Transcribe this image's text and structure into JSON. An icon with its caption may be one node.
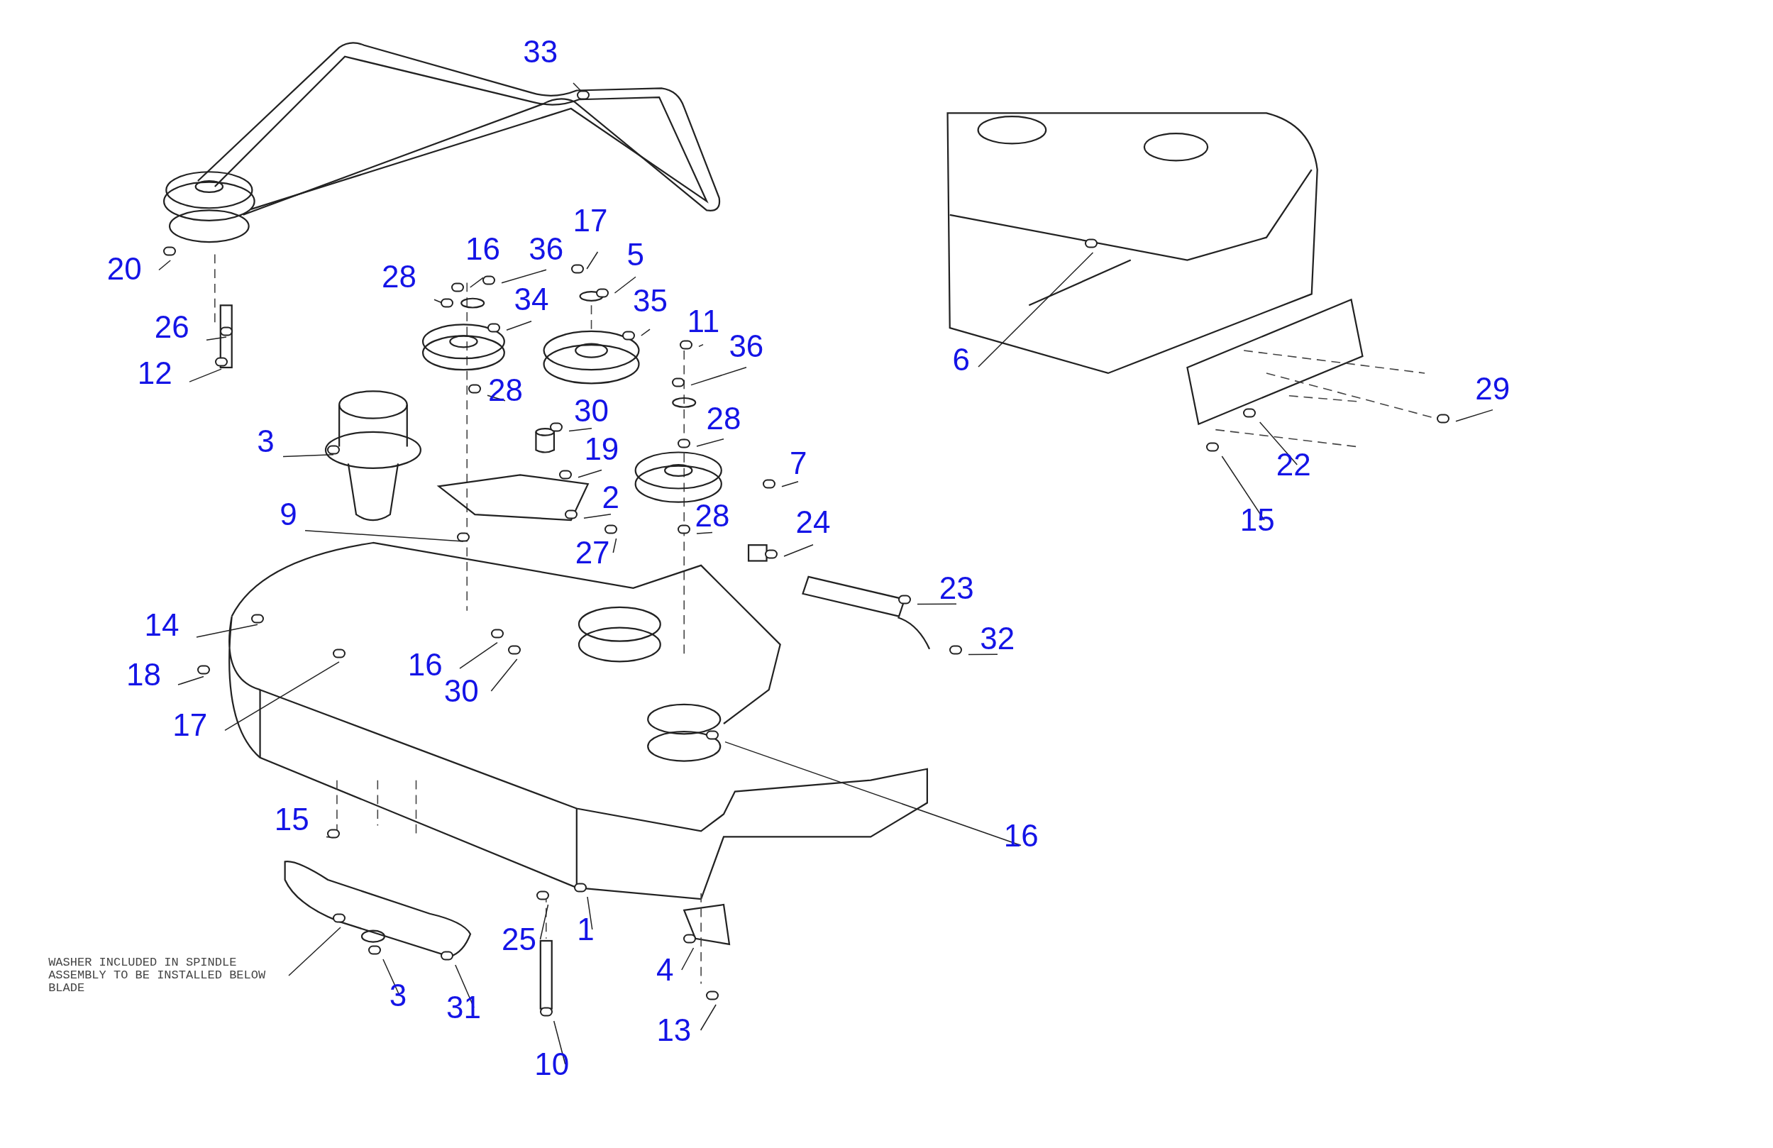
{
  "diagram": {
    "nodes": [
      {
        "text": [
          "33"
        ]
      },
      {
        "text": [
          "20"
        ]
      },
      {
        "text": [
          "16"
        ]
      },
      {
        "text": [
          "36"
        ]
      },
      {
        "text": [
          "28"
        ]
      },
      {
        "text": [
          "34"
        ]
      },
      {
        "text": [
          "17"
        ]
      },
      {
        "text": [
          "5"
        ]
      },
      {
        "text": [
          "35"
        ]
      },
      {
        "text": [
          "26"
        ]
      },
      {
        "text": [
          "12"
        ]
      },
      {
        "text": [
          "11"
        ]
      },
      {
        "text": [
          "36"
        ]
      },
      {
        "text": [
          "28"
        ]
      },
      {
        "text": [
          "30"
        ]
      },
      {
        "text": [
          "28"
        ]
      },
      {
        "text": [
          "3"
        ]
      },
      {
        "text": [
          "19"
        ]
      },
      {
        "text": [
          "2"
        ]
      },
      {
        "text": [
          "7"
        ]
      },
      {
        "text": [
          "9"
        ]
      },
      {
        "text": [
          "28"
        ]
      },
      {
        "text": [
          "24"
        ]
      },
      {
        "text": [
          "27"
        ]
      },
      {
        "text": [
          "23"
        ]
      },
      {
        "text": [
          "14"
        ]
      },
      {
        "text": [
          "32"
        ]
      },
      {
        "text": [
          "18"
        ]
      },
      {
        "text": [
          "16"
        ]
      },
      {
        "text": [
          "30"
        ]
      },
      {
        "text": [
          "17"
        ]
      },
      {
        "text": [
          "16"
        ]
      },
      {
        "text": [
          "15"
        ]
      },
      {
        "text": [
          "25"
        ]
      },
      {
        "text": [
          "1"
        ]
      },
      {
        "text": [
          "4"
        ]
      },
      {
        "text": [
          "3"
        ]
      },
      {
        "text": [
          "31"
        ]
      },
      {
        "text": [
          "13"
        ]
      },
      {
        "text": [
          "10"
        ]
      },
      {
        "text": [
          "WASHER INCLUDED IN SPINDLE ASSEMBLY TO BE INSTALLED BELOW BLADE"
        ]
      },
      {
        "text": [
          "6"
        ]
      },
      {
        "text": [
          "29"
        ]
      },
      {
        "text": [
          "22"
        ]
      },
      {
        "text": [
          "15"
        ]
      },
      {
        "text": [],
        "shape": "circle"
      },
      {
        "text": [],
        "shape": "circle"
      },
      {
        "text": [],
        "shape": "circle"
      },
      {
        "text": [],
        "shape": "circle"
      },
      {
        "text": [],
        "shape": "circle"
      },
      {
        "text": [],
        "shape": "circle"
      },
      {
        "text": [],
        "shape": "circle"
      },
      {
        "text": [],
        "shape": "circle"
      },
      {
        "text": [],
        "shape": "circle"
      },
      {
        "text": [],
        "shape": "circle"
      },
      {
        "text": [],
        "shape": "circle"
      },
      {
        "text": [],
        "shape": "circle"
      },
      {
        "text": [],
        "shape": "circle"
      },
      {
        "text": [],
        "shape": "circle"
      },
      {
        "text": [],
        "shape": "circle"
      },
      {
        "text": [],
        "shape": "circle"
      },
      {
        "text": [],
        "shape": "circle"
      },
      {
        "text": [],
        "shape": "circle"
      },
      {
        "text": [],
        "shape": "circle"
      },
      {
        "text": [],
        "shape": "circle"
      },
      {
        "text": [],
        "shape": "circle"
      },
      {
        "text": [],
        "shape": "circle"
      },
      {
        "text": [],
        "shape": "circle"
      },
      {
        "text": [],
        "shape": "circle"
      },
      {
        "text": [],
        "shape": "circle"
      },
      {
        "text": [],
        "shape": "circle"
      },
      {
        "text": [],
        "shape": "circle"
      },
      {
        "text": [],
        "shape": "circle"
      },
      {
        "text": [],
        "shape": "circle"
      },
      {
        "text": [],
        "shape": "circle"
      },
      {
        "text": [],
        "shape": "circle"
      },
      {
        "text": [],
        "shape": "circle"
      },
      {
        "text": [],
        "shape": "circle"
      },
      {
        "text": [],
        "shape": "circle"
      },
      {
        "text": [],
        "shape": "circle"
      },
      {
        "text": [],
        "shape": "circle"
      },
      {
        "text": [],
        "shape": "circle"
      },
      {
        "text": [],
        "shape": "circle"
      },
      {
        "text": [],
        "shape": "circle"
      },
      {
        "text": [],
        "shape": "circle"
      },
      {
        "text": [],
        "shape": "circle"
      },
      {
        "text": [],
        "shape": "circle"
      },
      {
        "text": [],
        "shape": "circle"
      },
      {
        "text": [],
        "shape": "circle"
      },
      {
        "text": [],
        "shape": "circle"
      }
    ],
    "edges": [
      {
        "from": 0,
        "to": 45,
        "arrow": "none"
      },
      {
        "from": 1,
        "to": 46,
        "arrow": "none"
      },
      {
        "from": 2,
        "to": 47,
        "arrow": "none"
      },
      {
        "from": 3,
        "to": 48,
        "arrow": "none"
      },
      {
        "from": 4,
        "to": 49,
        "arrow": "none"
      },
      {
        "from": 5,
        "to": 50,
        "arrow": "none"
      },
      {
        "from": 6,
        "to": 51,
        "arrow": "none"
      },
      {
        "from": 7,
        "to": 52,
        "arrow": "none"
      },
      {
        "from": 8,
        "to": 53,
        "arrow": "none"
      },
      {
        "from": 9,
        "to": 54,
        "arrow": "none"
      },
      {
        "from": 10,
        "to": 55,
        "arrow": "none"
      },
      {
        "from": 11,
        "to": 56,
        "arrow": "none"
      },
      {
        "from": 12,
        "to": 57,
        "arrow": "none"
      },
      {
        "from": 13,
        "to": 58,
        "arrow": "none"
      },
      {
        "from": 14,
        "to": 59,
        "arrow": "none"
      },
      {
        "from": 15,
        "to": 60,
        "arrow": "none"
      },
      {
        "from": 16,
        "to": 61,
        "arrow": "none"
      },
      {
        "from": 17,
        "to": 62,
        "arrow": "none"
      },
      {
        "from": 18,
        "to": 63,
        "arrow": "none"
      },
      {
        "from": 19,
        "to": 64,
        "arrow": "none"
      },
      {
        "from": 20,
        "to": 65,
        "arrow": "none"
      },
      {
        "from": 21,
        "to": 66,
        "arrow": "none"
      },
      {
        "from": 22,
        "to": 67,
        "arrow": "none"
      },
      {
        "from": 23,
        "to": 68,
        "arrow": "none"
      },
      {
        "from": 24,
        "to": 69,
        "arrow": "none"
      },
      {
        "from": 25,
        "to": 70,
        "arrow": "none"
      },
      {
        "from": 26,
        "to": 71,
        "arrow": "none"
      },
      {
        "from": 27,
        "to": 72,
        "arrow": "none"
      },
      {
        "from": 28,
        "to": 73,
        "arrow": "none"
      },
      {
        "from": 29,
        "to": 74,
        "arrow": "none"
      },
      {
        "from": 30,
        "to": 75,
        "arrow": "none"
      },
      {
        "from": 31,
        "to": 76,
        "arrow": "none"
      },
      {
        "from": 32,
        "to": 77,
        "arrow": "none"
      },
      {
        "from": 33,
        "to": 78,
        "arrow": "none"
      },
      {
        "from": 34,
        "to": 79,
        "arrow": "none"
      },
      {
        "from": 35,
        "to": 80,
        "arrow": "none"
      },
      {
        "from": 36,
        "to": 81,
        "arrow": "none"
      },
      {
        "from": 37,
        "to": 82,
        "arrow": "none"
      },
      {
        "from": 38,
        "to": 83,
        "arrow": "none"
      },
      {
        "from": 39,
        "to": 84,
        "arrow": "none"
      },
      {
        "from": 40,
        "to": 85,
        "arrow": "none"
      },
      {
        "from": 41,
        "to": 86,
        "arrow": "none"
      },
      {
        "from": 42,
        "to": 87,
        "arrow": "none"
      },
      {
        "from": 43,
        "to": 88,
        "arrow": "none"
      },
      {
        "from": 44,
        "to": 89,
        "arrow": "none"
      }
    ]
  }
}
